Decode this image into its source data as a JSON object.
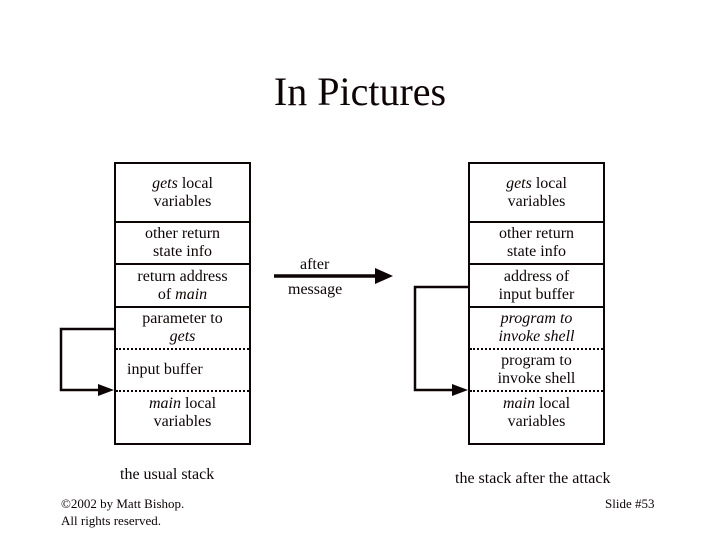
{
  "slide": {
    "title": "In Pictures",
    "slide_number": "Slide #53",
    "copyright_line1": "©2002 by Matt Bishop.",
    "copyright_line2": "All rights reserved."
  },
  "transition": {
    "label_top": "after",
    "label_bottom": "message"
  },
  "stacks": {
    "usual": {
      "caption": "the usual stack",
      "cells": [
        {
          "name": "gets-local-variables",
          "line1_italic": "gets",
          "line1_rest": " local",
          "line2_italic": "",
          "line2_rest": "variables"
        },
        {
          "name": "other-return-state-info",
          "line1_italic": "",
          "line1_rest": "other return",
          "line2_italic": "",
          "line2_rest": "state info"
        },
        {
          "name": "return-address-of-main",
          "line1_italic": "",
          "line1_rest": "return address",
          "line2_italic": "main",
          "line2_rest": "of "
        },
        {
          "name": "parameter-to-gets",
          "line1_italic": "",
          "line1_rest": "parameter to",
          "line2_italic": "gets",
          "line2_rest": ""
        },
        {
          "name": "input-buffer",
          "line1_italic": "",
          "line1_rest": "input buffer",
          "line2_italic": "",
          "line2_rest": ""
        },
        {
          "name": "main-local-variables",
          "line1_italic": "main",
          "line1_rest": " local",
          "line2_italic": "",
          "line2_rest": "variables"
        }
      ]
    },
    "attacked": {
      "caption": "the stack after the attack",
      "cells": [
        {
          "name": "gets-local-variables",
          "line1_italic": "gets",
          "line1_rest": " local",
          "line2_italic": "",
          "line2_rest": "variables"
        },
        {
          "name": "other-return-state-info",
          "line1_italic": "",
          "line1_rest": "other return",
          "line2_italic": "",
          "line2_rest": "state info"
        },
        {
          "name": "address-of-input-buffer",
          "line1_italic": "",
          "line1_rest": "address of",
          "line2_italic": "",
          "line2_rest": "input buffer"
        },
        {
          "name": "program-to-invoke-shell-italic",
          "line1_italic": "program to",
          "line1_rest": "",
          "line2_italic": "invoke shell",
          "line2_rest": ""
        },
        {
          "name": "program-to-invoke-shell",
          "line1_italic": "",
          "line1_rest": "program to",
          "line2_italic": "",
          "line2_rest": "invoke shell"
        },
        {
          "name": "main-local-variables",
          "line1_italic": "main",
          "line1_rest": " local",
          "line2_italic": "",
          "line2_rest": "variables"
        }
      ]
    }
  }
}
